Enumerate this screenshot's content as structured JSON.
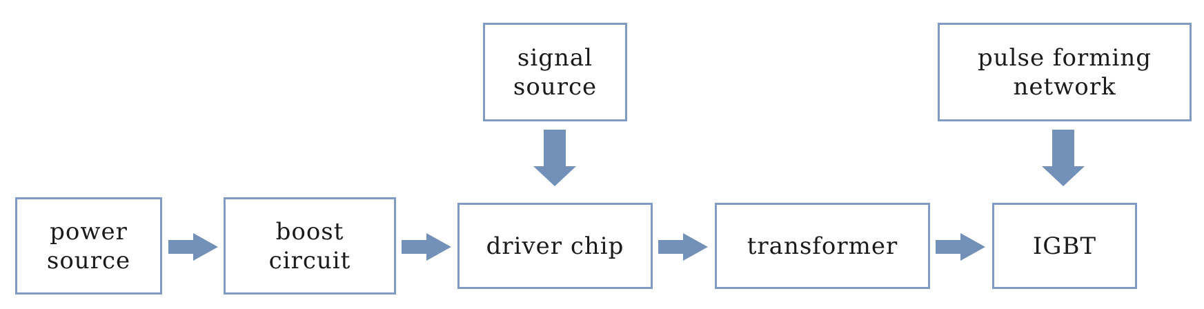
{
  "blocks": {
    "power_source": "power\nsource",
    "boost_circuit": "boost\ncircuit",
    "driver_chip": "driver chip",
    "transformer": "transformer",
    "igbt": "IGBT",
    "signal_source": "signal\nsource",
    "pulse_forming_network": "pulse forming\nnetwork"
  },
  "connections": [
    {
      "from": "power source",
      "to": "boost circuit"
    },
    {
      "from": "boost circuit",
      "to": "driver chip"
    },
    {
      "from": "signal source",
      "to": "driver chip"
    },
    {
      "from": "driver chip",
      "to": "transformer"
    },
    {
      "from": "transformer",
      "to": "IGBT"
    },
    {
      "from": "pulse forming network",
      "to": "IGBT"
    }
  ],
  "colors": {
    "border": "#7f9bc4",
    "arrow": "#7390b8",
    "text": "#1a1a1a"
  }
}
